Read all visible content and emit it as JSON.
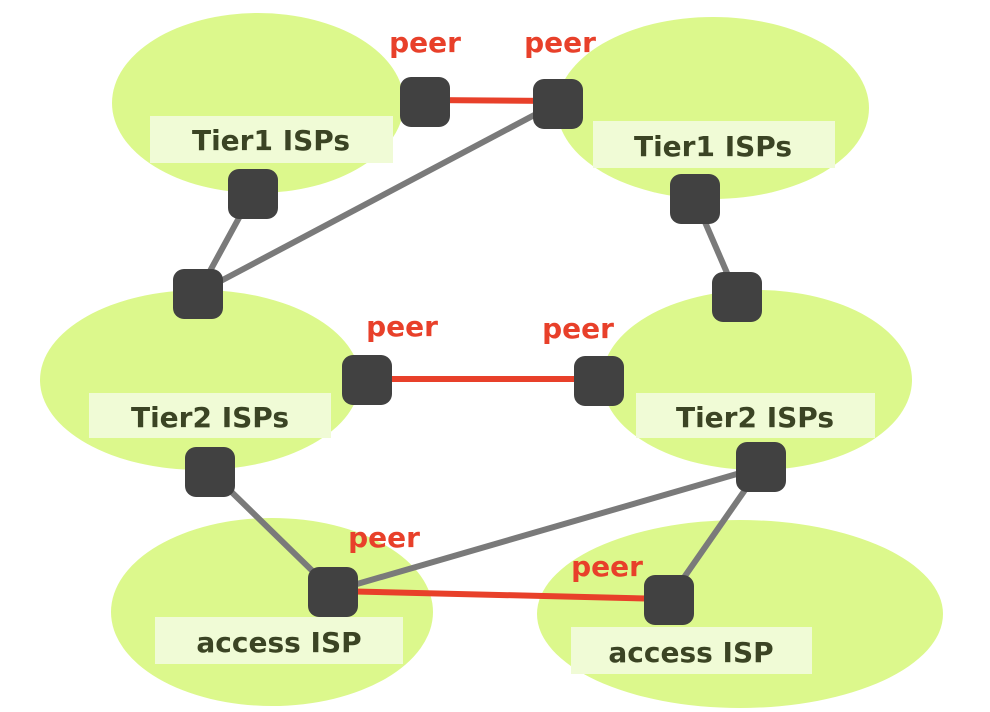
{
  "colors": {
    "cloud": "#dcf88c",
    "label_bg": "#f0fbd6",
    "router": "#414141",
    "link": "#7a7a7a",
    "peer_link": "#e8402a",
    "peer_text": "#e8402a",
    "label_text": "#3b4424"
  },
  "clouds": [
    {
      "id": "tier1-left",
      "label": "Tier1 ISPs"
    },
    {
      "id": "tier1-right",
      "label": "Tier1 ISPs"
    },
    {
      "id": "tier2-left",
      "label": "Tier2 ISPs"
    },
    {
      "id": "tier2-right",
      "label": "Tier2 ISPs"
    },
    {
      "id": "access-left",
      "label": "access ISP"
    },
    {
      "id": "access-right",
      "label": "access ISP"
    }
  ],
  "peer_labels": [
    "peer",
    "peer",
    "peer",
    "peer",
    "peer",
    "peer"
  ],
  "links": [
    {
      "from": "tier1-left",
      "to": "tier1-right",
      "type": "peer"
    },
    {
      "from": "tier1-right",
      "to": "tier2-left",
      "type": "provider"
    },
    {
      "from": "tier1-left",
      "to": "tier2-left",
      "type": "provider"
    },
    {
      "from": "tier1-right",
      "to": "tier2-right",
      "type": "provider"
    },
    {
      "from": "tier2-left",
      "to": "tier2-right",
      "type": "peer"
    },
    {
      "from": "tier2-left",
      "to": "access-left",
      "type": "provider"
    },
    {
      "from": "tier2-right",
      "to": "access-left",
      "type": "provider"
    },
    {
      "from": "tier2-right",
      "to": "access-right",
      "type": "provider"
    },
    {
      "from": "access-left",
      "to": "access-right",
      "type": "peer"
    }
  ]
}
